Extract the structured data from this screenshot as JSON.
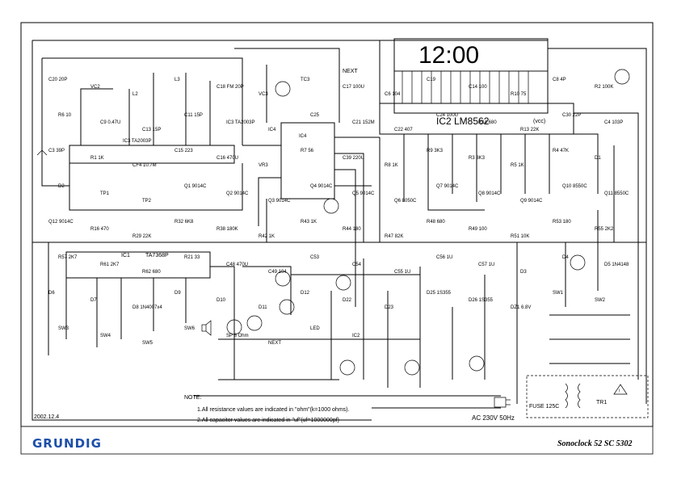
{
  "display": {
    "time": "12:00"
  },
  "ic2": {
    "label": "IC2 LM8562",
    "vcc": "(vcc)"
  },
  "ic1": {
    "label": "IC1",
    "part": "TA7368P"
  },
  "tr1": {
    "label": "TR1"
  },
  "fuse": {
    "label": "FUSE 125C"
  },
  "power": {
    "label": "AC 230V 50Hz"
  },
  "date": "2002.12.4",
  "notes": {
    "title": "NOTE:",
    "line1": "1.All resistance values are indicated in \"ohm\"(k=1000 ohms).",
    "line2": "2.All capacitor values are indicated in \"uf\"(uf=1000000pf)"
  },
  "brand": "GRUNDIG",
  "model": "Sonoclock 52 SC 5302",
  "components": [
    "C20 20P",
    "VC2",
    "L2",
    "L3",
    "C18 FM 20P",
    "VC3",
    "TC3",
    "C17 100U",
    "C6 104",
    "C19",
    "C14 100",
    "R10 75",
    "C8 4P",
    "R2 100K",
    "R6 10",
    "C9 0.47U",
    "C13 15P",
    "C11 15P",
    "IC3 TA2003P",
    "IC4",
    "C25",
    "C21 152M",
    "C22 407",
    "C24 100U",
    "R14 680",
    "R13 22K",
    "C30 22P",
    "C4 103P",
    "C3 39P",
    "R1 1K",
    "CF4 10.7M",
    "C15 223",
    "C16 470U",
    "VR3",
    "R7 56",
    "C39 220U",
    "R8 1K",
    "R9 3K3",
    "R3 3K3",
    "R5 1K",
    "R4 47K",
    "D1",
    "D2",
    "TP1",
    "TP2",
    "Q1 9014C",
    "Q2 9014C",
    "Q3 9014C",
    "Q4 9014C",
    "Q5 9014C",
    "Q6 8050C",
    "Q7 9014C",
    "Q8 9014C",
    "Q9 9014C",
    "Q10 8550C",
    "Q11 8550C",
    "Q12 9014C",
    "R16 470",
    "R29 22K",
    "R32 6K8",
    "R38 180K",
    "R42 1K",
    "R43 1K",
    "R44 180",
    "R47 82K",
    "R48 680",
    "R49 100",
    "R51 10K",
    "R53 180",
    "R55 2K2",
    "R57 2K7",
    "R61 2K7",
    "R62 680",
    "R21 33",
    "C48 470U",
    "C49 104",
    "C53",
    "C54",
    "C55 1U",
    "C56 1U",
    "C57 1U",
    "D3",
    "D4",
    "D5 1N4148",
    "D6",
    "D7",
    "D8 1N4007x4",
    "D9",
    "D10",
    "D11",
    "D12",
    "D22",
    "D23",
    "D25 1S355",
    "D26 1S355",
    "DZ1 6.8V",
    "SW1",
    "SW2",
    "SW3",
    "SW4",
    "SW5",
    "SW6",
    "SP 8 Ohm",
    "NEXT",
    "LED",
    "IC2"
  ]
}
